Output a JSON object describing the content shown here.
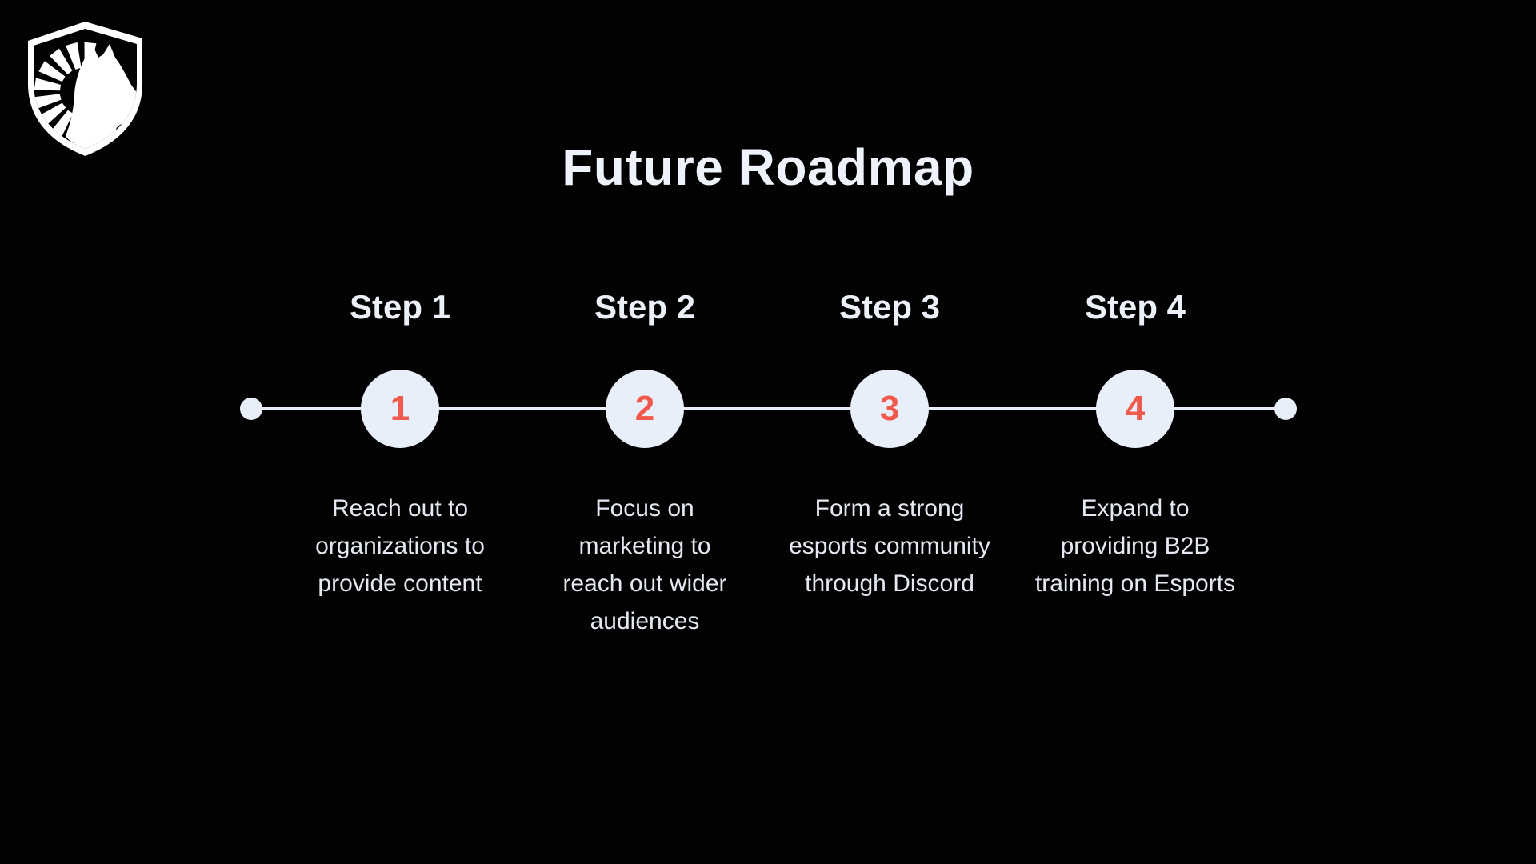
{
  "slide": {
    "title": "Future Roadmap",
    "background_color": "#020203",
    "logo_label": "Team Liquid shield-and-horse logo"
  },
  "colors": {
    "node_fill": "#E9EEFB",
    "timeline_line": "#E9EEFB",
    "number_accent": "#EF5A4D",
    "heading_text": "#EEF2FA",
    "body_text": "#E4E8F0"
  },
  "steps": [
    {
      "label": "Step 1",
      "number": "1",
      "description": "Reach out to\norganizations to\nprovide content"
    },
    {
      "label": "Step 2",
      "number": "2",
      "description": "Focus on\nmarketing to\nreach out wider\naudiences"
    },
    {
      "label": "Step 3",
      "number": "3",
      "description": "Form a strong\nesports community\nthrough Discord"
    },
    {
      "label": "Step 4",
      "number": "4",
      "description": "Expand to\nproviding B2B\ntraining on Esports"
    }
  ]
}
